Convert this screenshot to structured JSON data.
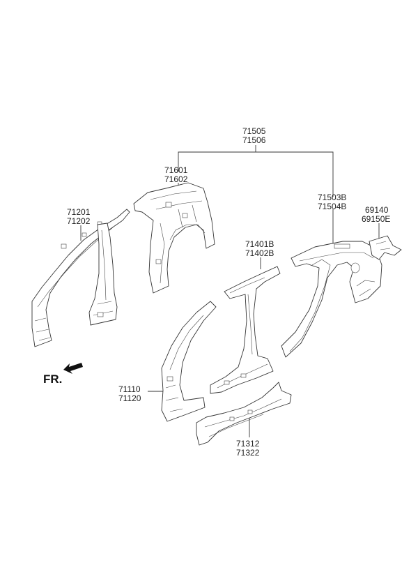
{
  "labels": {
    "l71505": "71505",
    "l71506": "71506",
    "l71601": "71601",
    "l71602": "71602",
    "l71503B": "71503B",
    "l71504B": "71504B",
    "l69140": "69140",
    "l69150E": "69150E",
    "l71201": "71201",
    "l71202": "71202",
    "l71401B": "71401B",
    "l71402B": "71402B",
    "l71110": "71110",
    "l71120": "71120",
    "l71312": "71312",
    "l71322": "71322"
  },
  "direction_marker": "FR.",
  "icons": {
    "front_arrow": "arrow-down-left-icon"
  }
}
